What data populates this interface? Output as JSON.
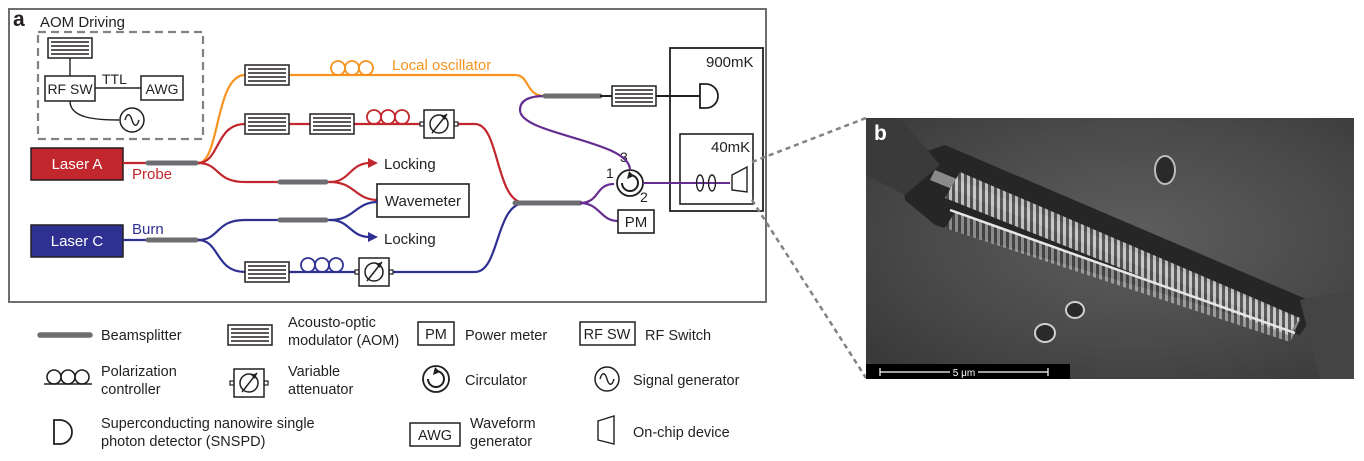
{
  "panel_a": {
    "letter": "a",
    "aom_box_title": "AOM Driving",
    "rf_sw": "RF SW",
    "ttl": "TTL",
    "awg": "AWG",
    "laser_a": "Laser A",
    "laser_c": "Laser C",
    "probe": "Probe",
    "burn": "Burn",
    "local_oscillator": "Local oscillator",
    "locking_top": "Locking",
    "locking_bottom": "Locking",
    "wavemeter": "Wavemeter",
    "pm": "PM",
    "temp_900": "900mK",
    "temp_40": "40mK",
    "port_1": "1",
    "port_2": "2",
    "port_3": "3"
  },
  "legend": {
    "beamsplitter": "Beamsplitter",
    "aom_line1": "Acousto-optic",
    "aom_line2": "modulator (AOM)",
    "pm_symbol": "PM",
    "power_meter": "Power meter",
    "rfsw_symbol": "RF SW",
    "rf_switch": "RF Switch",
    "pol_line1": "Polarization",
    "pol_line2": "controller",
    "va_line1": "Variable",
    "va_line2": "attenuator",
    "circulator": "Circulator",
    "signal_generator": "Signal generator",
    "snspd_line1": "Superconducting nanowire single",
    "snspd_line2": "photon detector (SNSPD)",
    "awg_symbol": "AWG",
    "wf_line1": "Waveform",
    "wf_line2": "generator",
    "on_chip": "On-chip device"
  },
  "panel_b": {
    "letter": "b",
    "scale_bar": "5 μm"
  },
  "colors": {
    "laser_a": "#c1272d",
    "laser_c": "#2e3192",
    "local_oscillator": "#f7931e",
    "probe_line": "#c1272d",
    "burn_line": "#2e3192",
    "combined": "#662d91",
    "frame": "#6d6e71",
    "gray_component": "#6d6e71"
  }
}
